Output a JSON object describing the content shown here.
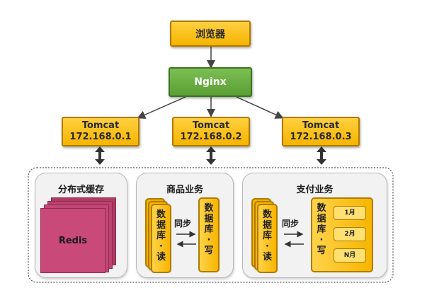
{
  "browser": {
    "label": "浏览器"
  },
  "nginx": {
    "label": "Nginx"
  },
  "tomcats": [
    {
      "name": "Tomcat",
      "ip": "172.168.0.1"
    },
    {
      "name": "Tomcat",
      "ip": "172.168.0.2"
    },
    {
      "name": "Tomcat",
      "ip": "172.168.0.3"
    }
  ],
  "cache_panel": {
    "title": "分布式缓存",
    "store": "Redis"
  },
  "goods_panel": {
    "title": "商品业务",
    "read_db": [
      "数",
      "据",
      "库",
      "·",
      "读"
    ],
    "write_db": [
      "数",
      "据",
      "库",
      "·",
      "写"
    ],
    "sync_label": "同步"
  },
  "payment_panel": {
    "title": "支付业务",
    "read_db": [
      "数",
      "据",
      "库",
      "·",
      "读"
    ],
    "write_db": [
      "数",
      "据",
      "库",
      "·",
      "写"
    ],
    "sync_label": "同步",
    "partitions": [
      "1月",
      "2月",
      "N月"
    ]
  },
  "colors": {
    "node_fill": "#f5b400",
    "nginx_fill": "#5a9e34",
    "redis_fill": "#c94a78",
    "border": "#b07a00"
  }
}
